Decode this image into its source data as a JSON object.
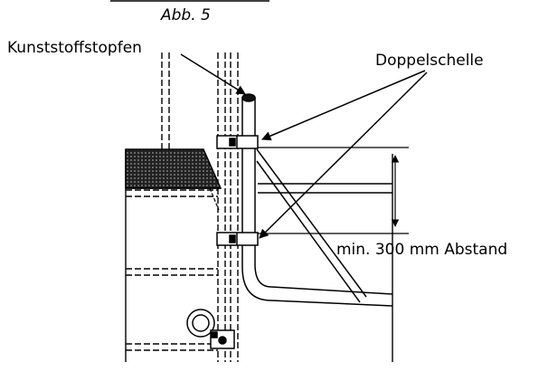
{
  "figure": {
    "caption": "Abb. 5",
    "labels": {
      "plug": "Kunststoffstopfen",
      "clamp": "Doppelschelle",
      "distance": "min. 300 mm Abstand"
    }
  }
}
